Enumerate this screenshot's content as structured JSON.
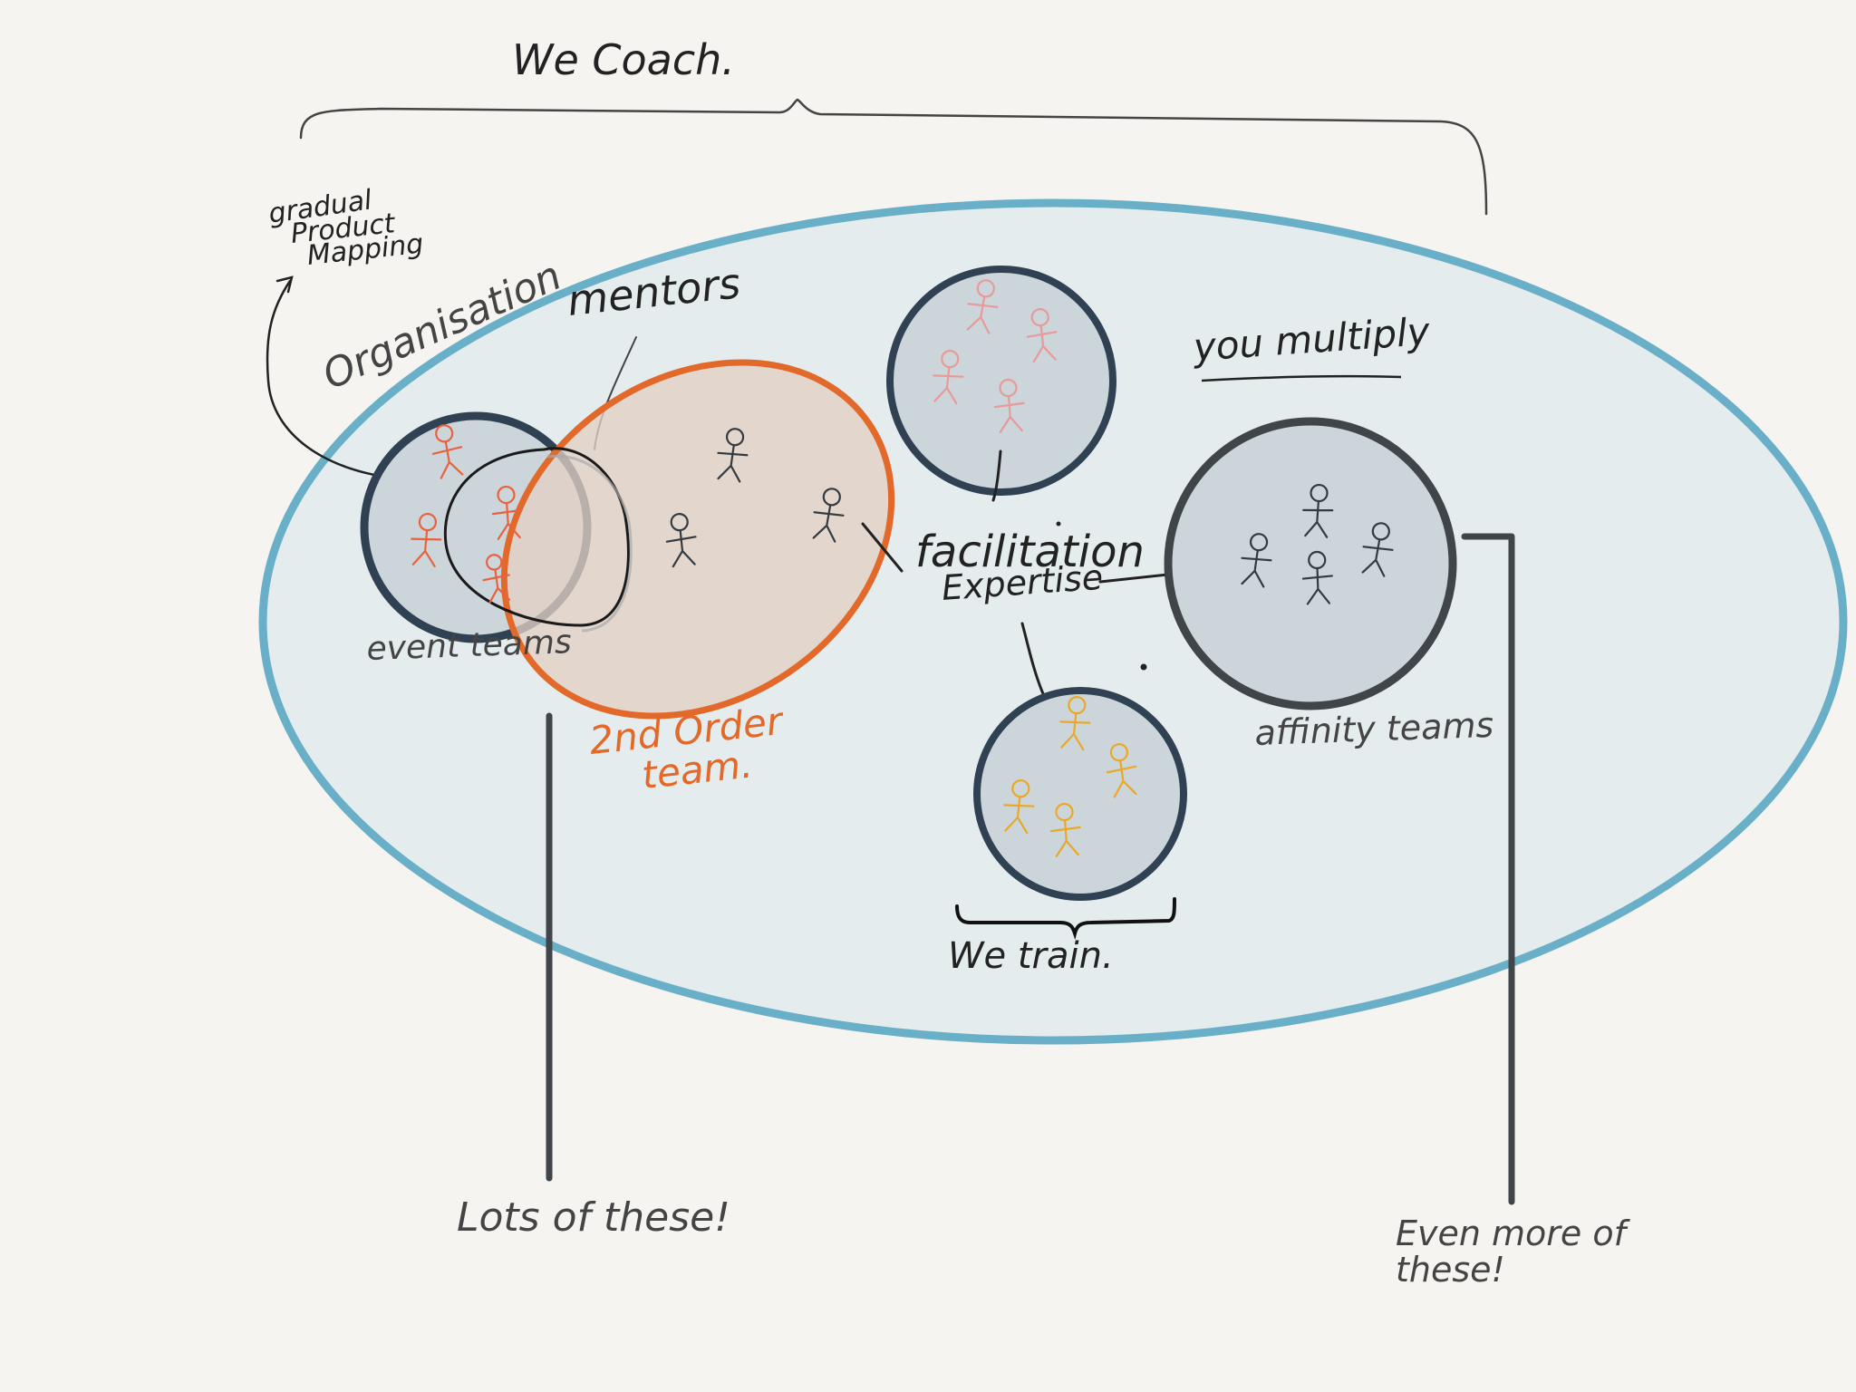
{
  "labels": {
    "we_coach": "We Coach.",
    "gradual_product_mapping_line1": "gradual",
    "gradual_product_mapping_line2": "Product",
    "gradual_product_mapping_line3": "Mapping",
    "organisation": "Organisation",
    "mentors": "mentors",
    "you_multiply": "you multiply",
    "facilitation": "facilitation",
    "expertise": "Expertise",
    "event_teams": "event teams",
    "second_order_team_line1": "2nd Order",
    "second_order_team_line2": "team.",
    "affinity_teams": "affinity teams",
    "we_train": "We train.",
    "lots_of_these": "Lots of these!",
    "even_more_line1": "Even more of",
    "even_more_line2": "these!"
  },
  "colors": {
    "background": "#f5f4f1",
    "organisation_fill": "#e4ecee",
    "organisation_stroke": "#6aafc8",
    "team_fill": "#ccd5da",
    "team_stroke": "#2f4152",
    "second_order_fill": "#e2d8d0",
    "second_order_stroke": "#e2692a",
    "figure_red": "#e8623f",
    "figure_pink": "#e89a9a",
    "figure_dark": "#333a40",
    "figure_yellow": "#eaa826",
    "ink": "#222222"
  }
}
